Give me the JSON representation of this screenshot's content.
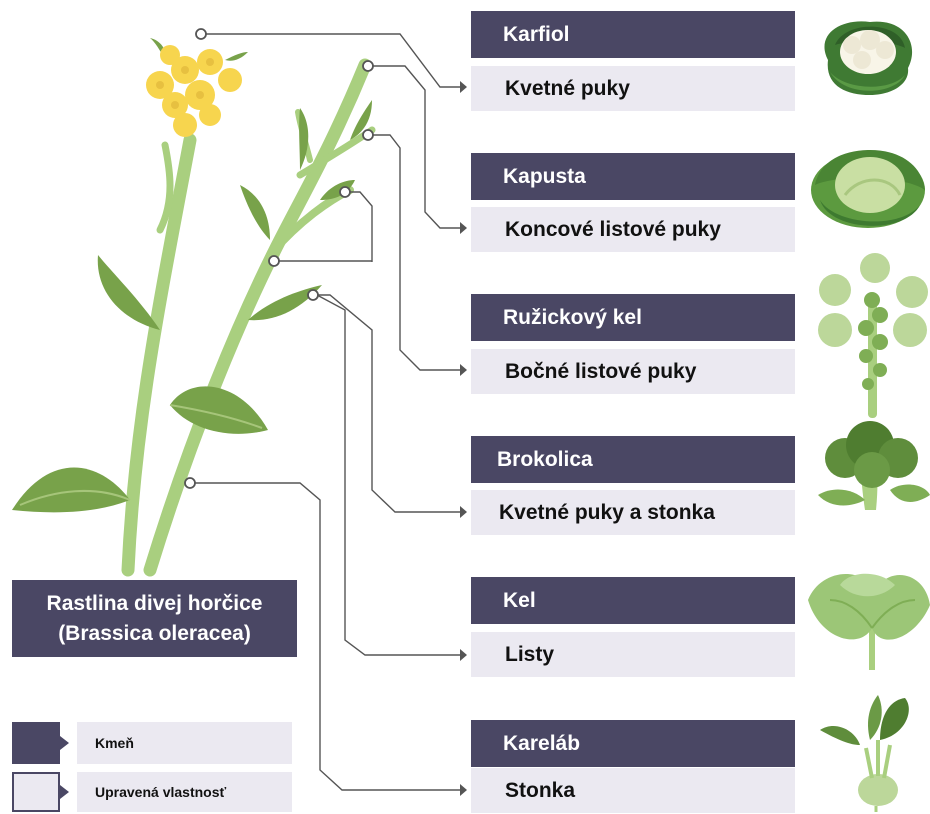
{
  "diagram": {
    "plant": {
      "title_line1": "Rastlina divej horčice",
      "title_line2": "(Brassica oleracea)"
    },
    "vegetables": [
      {
        "name": "Karfiol",
        "part": "Kvetné puky",
        "icon": "cauliflower-icon"
      },
      {
        "name": "Kapusta",
        "part": "Koncové listové puky",
        "icon": "cabbage-icon"
      },
      {
        "name": "Ružickový kel",
        "part": "Bočné listové puky",
        "icon": "brussels-sprouts-icon"
      },
      {
        "name": "Brokolica",
        "part": "Kvetné puky a stonka",
        "icon": "broccoli-icon"
      },
      {
        "name": "Kel",
        "part": "Listy",
        "icon": "kale-icon"
      },
      {
        "name": "Kareláb",
        "part": "Stonka",
        "icon": "kohlrabi-icon"
      }
    ],
    "legend": {
      "stem_label": "Kmeň",
      "modified_label": "Upravená vlastnosť"
    },
    "colors": {
      "dark_box": "#4a4764",
      "light_box": "#ebe9f1",
      "stem_green": "#a9cf7f",
      "leaf_green": "#78a24a",
      "flower_yellow": "#f7d54e",
      "connector_line": "#555555"
    }
  }
}
